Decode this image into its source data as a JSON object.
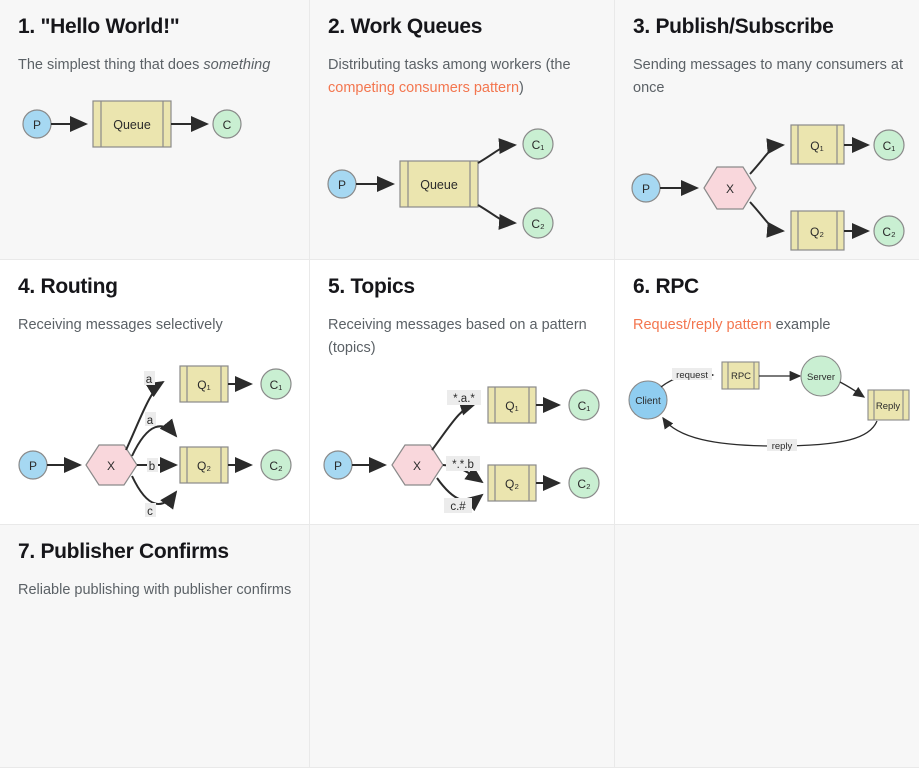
{
  "page": {
    "background": "#ffffff",
    "row_shade_color": "#f7f7f7",
    "divider_color": "#e9e9e9",
    "title_color": "#16161a",
    "body_color": "#5b6166",
    "link_color": "#f3764f"
  },
  "palette": {
    "producer_fill": "#a6d8f2",
    "consumer_fill": "#c9efd2",
    "queue_fill": "#ebe5af",
    "exchange_fill": "#f9d7dc",
    "stroke": "#8a8a8a",
    "arrow": "#2b2b2b",
    "label_bg": "#ececec"
  },
  "cards": [
    {
      "id": "hello-world",
      "title": "1. \"Hello World!\"",
      "desc_parts": [
        {
          "text": "The simplest thing that does ",
          "style": "normal"
        },
        {
          "text": "something",
          "style": "italic"
        }
      ],
      "diagram": {
        "type": "flow",
        "nodes": [
          {
            "name": "producer",
            "shape": "circle",
            "label": "P"
          },
          {
            "name": "queue",
            "shape": "queue",
            "label": "Queue"
          },
          {
            "name": "consumer",
            "shape": "circle",
            "label": "C"
          }
        ],
        "edges": [
          {
            "from": "producer",
            "to": "queue",
            "label": ""
          },
          {
            "from": "queue",
            "to": "consumer",
            "label": ""
          }
        ]
      }
    },
    {
      "id": "work-queues",
      "title": "2. Work Queues",
      "desc_parts": [
        {
          "text": "Distributing tasks among workers (the ",
          "style": "normal"
        },
        {
          "text": "competing consumers pattern",
          "style": "link"
        },
        {
          "text": ")",
          "style": "normal"
        }
      ],
      "diagram": {
        "type": "flow",
        "nodes": [
          {
            "name": "producer",
            "shape": "circle",
            "label": "P"
          },
          {
            "name": "queue",
            "shape": "queue",
            "label": "Queue"
          },
          {
            "name": "consumer-1",
            "shape": "circle",
            "label": "C₁"
          },
          {
            "name": "consumer-2",
            "shape": "circle",
            "label": "C₂"
          }
        ],
        "edges": [
          {
            "from": "producer",
            "to": "queue",
            "label": ""
          },
          {
            "from": "queue",
            "to": "consumer-1",
            "label": ""
          },
          {
            "from": "queue",
            "to": "consumer-2",
            "label": ""
          }
        ]
      }
    },
    {
      "id": "publish-subscribe",
      "title": "3. Publish/Subscribe",
      "desc_parts": [
        {
          "text": "Sending messages to many consumers at once",
          "style": "normal"
        }
      ],
      "diagram": {
        "type": "flow",
        "nodes": [
          {
            "name": "producer",
            "shape": "circle",
            "label": "P"
          },
          {
            "name": "exchange",
            "shape": "hexagon",
            "label": "X"
          },
          {
            "name": "queue-1",
            "shape": "queue",
            "label": "Q₁"
          },
          {
            "name": "queue-2",
            "shape": "queue",
            "label": "Q₂"
          },
          {
            "name": "consumer-1",
            "shape": "circle",
            "label": "C₁"
          },
          {
            "name": "consumer-2",
            "shape": "circle",
            "label": "C₂"
          }
        ],
        "edges": [
          {
            "from": "producer",
            "to": "exchange",
            "label": ""
          },
          {
            "from": "exchange",
            "to": "queue-1",
            "label": ""
          },
          {
            "from": "exchange",
            "to": "queue-2",
            "label": ""
          },
          {
            "from": "queue-1",
            "to": "consumer-1",
            "label": ""
          },
          {
            "from": "queue-2",
            "to": "consumer-2",
            "label": ""
          }
        ]
      }
    },
    {
      "id": "routing",
      "title": "4. Routing",
      "desc_parts": [
        {
          "text": "Receiving messages selectively",
          "style": "normal"
        }
      ],
      "diagram": {
        "type": "flow",
        "nodes": [
          {
            "name": "producer",
            "shape": "circle",
            "label": "P"
          },
          {
            "name": "exchange",
            "shape": "hexagon",
            "label": "X"
          },
          {
            "name": "queue-1",
            "shape": "queue",
            "label": "Q₁"
          },
          {
            "name": "queue-2",
            "shape": "queue",
            "label": "Q₂"
          },
          {
            "name": "consumer-1",
            "shape": "circle",
            "label": "C₁"
          },
          {
            "name": "consumer-2",
            "shape": "circle",
            "label": "C₂"
          }
        ],
        "edges": [
          {
            "from": "producer",
            "to": "exchange",
            "label": ""
          },
          {
            "from": "exchange",
            "to": "queue-1",
            "label": "a"
          },
          {
            "from": "exchange",
            "to": "queue-2",
            "label": "a"
          },
          {
            "from": "exchange",
            "to": "queue-2",
            "label": "b"
          },
          {
            "from": "exchange",
            "to": "queue-2",
            "label": "c"
          },
          {
            "from": "queue-1",
            "to": "consumer-1",
            "label": ""
          },
          {
            "from": "queue-2",
            "to": "consumer-2",
            "label": ""
          }
        ],
        "edge_labels": [
          "a",
          "a",
          "b",
          "c"
        ]
      }
    },
    {
      "id": "topics",
      "title": "5. Topics",
      "desc_parts": [
        {
          "text": "Receiving messages based on a pattern (topics)",
          "style": "normal"
        }
      ],
      "diagram": {
        "type": "flow",
        "nodes": [
          {
            "name": "producer",
            "shape": "circle",
            "label": "P"
          },
          {
            "name": "exchange",
            "shape": "hexagon",
            "label": "X"
          },
          {
            "name": "queue-1",
            "shape": "queue",
            "label": "Q₁"
          },
          {
            "name": "queue-2",
            "shape": "queue",
            "label": "Q₂"
          },
          {
            "name": "consumer-1",
            "shape": "circle",
            "label": "C₁"
          },
          {
            "name": "consumer-2",
            "shape": "circle",
            "label": "C₂"
          }
        ],
        "edges": [
          {
            "from": "producer",
            "to": "exchange",
            "label": ""
          },
          {
            "from": "exchange",
            "to": "queue-1",
            "label": "*.a.*"
          },
          {
            "from": "exchange",
            "to": "queue-2",
            "label": "*.*.b"
          },
          {
            "from": "exchange",
            "to": "queue-2",
            "label": "c.#"
          },
          {
            "from": "queue-1",
            "to": "consumer-1",
            "label": ""
          },
          {
            "from": "queue-2",
            "to": "consumer-2",
            "label": ""
          }
        ],
        "edge_labels": [
          "*.a.*",
          "*.*.b",
          "c.#"
        ]
      }
    },
    {
      "id": "rpc",
      "title": "6. RPC",
      "desc_parts": [
        {
          "text": "Request/reply pattern",
          "style": "link"
        },
        {
          "text": " example",
          "style": "normal"
        }
      ],
      "diagram": {
        "type": "flow",
        "nodes": [
          {
            "name": "client",
            "shape": "circle",
            "label": "Client"
          },
          {
            "name": "rpc-queue",
            "shape": "queue",
            "label": "RPC"
          },
          {
            "name": "server",
            "shape": "circle",
            "label": "Server"
          },
          {
            "name": "reply-queue",
            "shape": "queue",
            "label": "Reply"
          }
        ],
        "edges": [
          {
            "from": "client",
            "to": "rpc-queue",
            "label": "request"
          },
          {
            "from": "rpc-queue",
            "to": "server",
            "label": ""
          },
          {
            "from": "server",
            "to": "reply-queue",
            "label": ""
          },
          {
            "from": "reply-queue",
            "to": "client",
            "label": "reply"
          }
        ],
        "edge_labels": [
          "request",
          "reply"
        ]
      }
    },
    {
      "id": "publisher-confirms",
      "title": "7. Publisher Confirms",
      "desc_parts": [
        {
          "text": "Reliable publishing with publisher confirms",
          "style": "normal"
        }
      ],
      "diagram": null
    },
    {
      "id": "empty-1",
      "title": "",
      "desc_parts": [],
      "diagram": null
    },
    {
      "id": "empty-2",
      "title": "",
      "desc_parts": [],
      "diagram": null
    }
  ]
}
